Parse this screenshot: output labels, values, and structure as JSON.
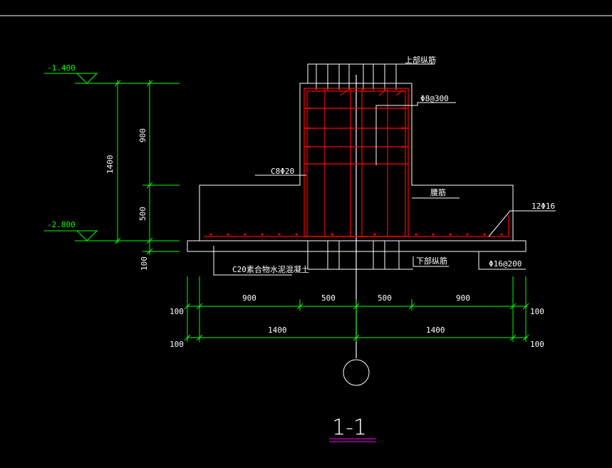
{
  "elevations": {
    "top": "-1.400",
    "bottom": "-2.800"
  },
  "vertical_dims": {
    "total": "1400",
    "upper": "900",
    "lower": "500",
    "cushion": "100"
  },
  "labels": {
    "top_bars": "上部纵筋",
    "stirrup_top": "Φ8@300",
    "stirrup_side": "C8Φ20",
    "waist_bars": "腰筋",
    "corner_bars": "12Φ16",
    "bottom_bars": "下部纵筋",
    "bottom_mesh": "Φ16@200",
    "cushion": "C20素合物水泥混凝土"
  },
  "horizontal_dims": {
    "row1": [
      "900",
      "500",
      "500",
      "900"
    ],
    "row2": [
      "1400",
      "1400"
    ],
    "side_top_left": "100",
    "side_top_right": "100",
    "side_bottom_left": "100",
    "side_bottom_right": "100"
  },
  "section_title": "1-1",
  "colors": {
    "line": "#ffffff",
    "dim": "#00ff00",
    "rebar": "#ff0000",
    "underline": "#ff00ff"
  }
}
